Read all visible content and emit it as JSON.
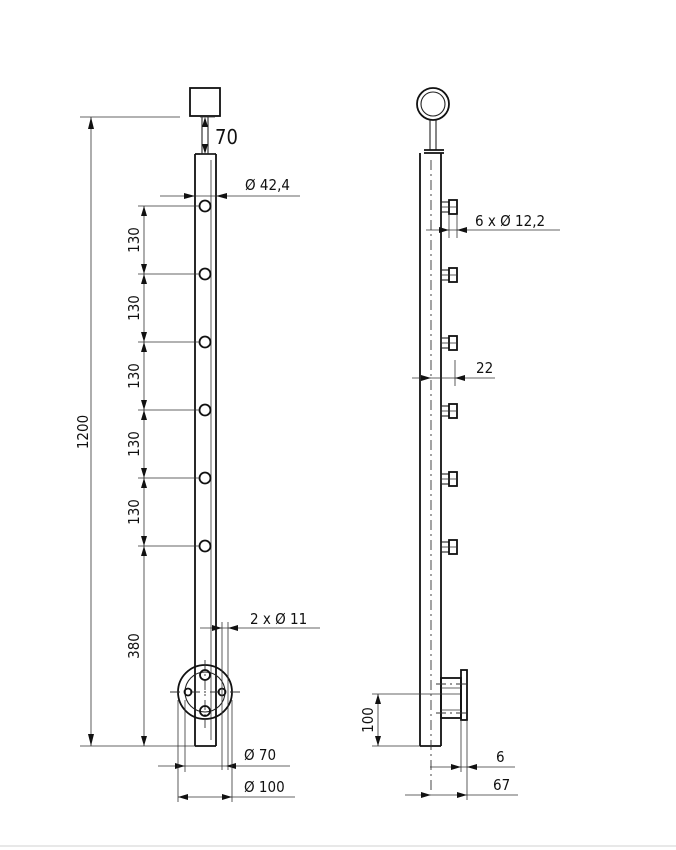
{
  "colors": {
    "line": "#222222",
    "background": "#ffffff"
  },
  "front_view": {
    "height_label": "1200",
    "post_top_label": "70",
    "tube_diameter_label": "Ø 42,4",
    "spacing_labels": [
      "130",
      "130",
      "130",
      "130",
      "130"
    ],
    "bottom_spacing_label": "380",
    "base_hole_label": "2 x Ø 11",
    "inner_flange_label": "Ø 70",
    "outer_flange_label": "Ø 100"
  },
  "side_view": {
    "pin_label": "6 x Ø 12,2",
    "offset_label": "22",
    "flange_height_label": "100",
    "flange_thickness_label": "6",
    "depth_label": "67"
  }
}
